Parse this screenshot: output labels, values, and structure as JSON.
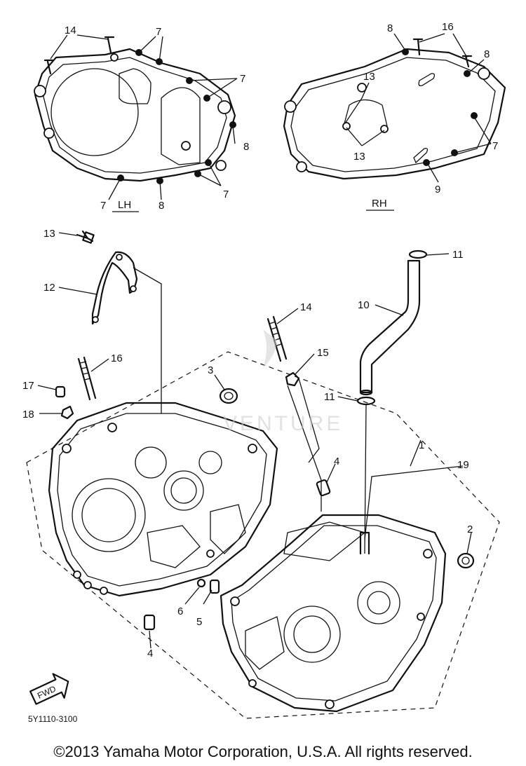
{
  "callouts": {
    "n1": "1",
    "n2": "2",
    "n3": "3",
    "n4a": "4",
    "n4b": "4",
    "n5": "5",
    "n6": "6",
    "n7a": "7",
    "n7b": "7",
    "n7c": "7",
    "n7d": "7",
    "n7e": "7",
    "n8a": "8",
    "n8b": "8",
    "n8c": "8",
    "n8d": "8",
    "n9": "9",
    "n10": "10",
    "n11a": "11",
    "n11b": "11",
    "n12": "12",
    "n13a": "13",
    "n13b": "13",
    "n13c": "13",
    "n14a": "14",
    "n14b": "14",
    "n15": "15",
    "n16a": "16",
    "n16b": "16",
    "n17": "17",
    "n18": "18",
    "n19": "19"
  },
  "side_labels": {
    "lh": "LH",
    "rh": "RH"
  },
  "direction_arrow": {
    "label": "FWD",
    "icon": "forward-arrow-icon"
  },
  "part_code": "5Y1110-3100",
  "watermark": "VENTURE",
  "copyright": "©2013 Yamaha Motor Corporation, U.S.A. All rights reserved.",
  "colors": {
    "ink": "#111111",
    "paper": "#ffffff",
    "watermark": "#c9c9c9"
  }
}
